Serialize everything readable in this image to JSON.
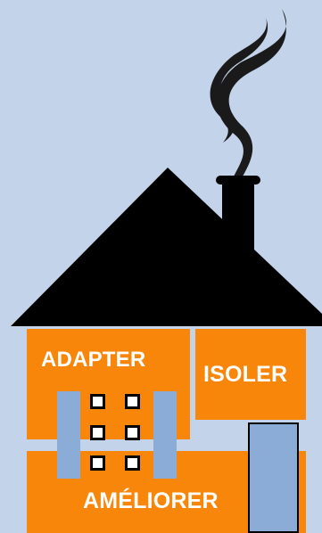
{
  "house": {
    "labels": {
      "adapter": "ADAPTER",
      "isoler": "ISOLER",
      "ameliorer": "AMÉLIORER"
    }
  },
  "colors": {
    "background": "#c3d3ea",
    "wall": "#f7860a",
    "roof": "#000000",
    "shutter": "#8cacd8",
    "door": "#8cacd8",
    "text": "#ffffff"
  },
  "icons": {
    "smoke": "smoke-icon",
    "roof": "roof-icon",
    "chimney": "chimney-icon",
    "window": "window-icon",
    "door": "door-icon"
  }
}
